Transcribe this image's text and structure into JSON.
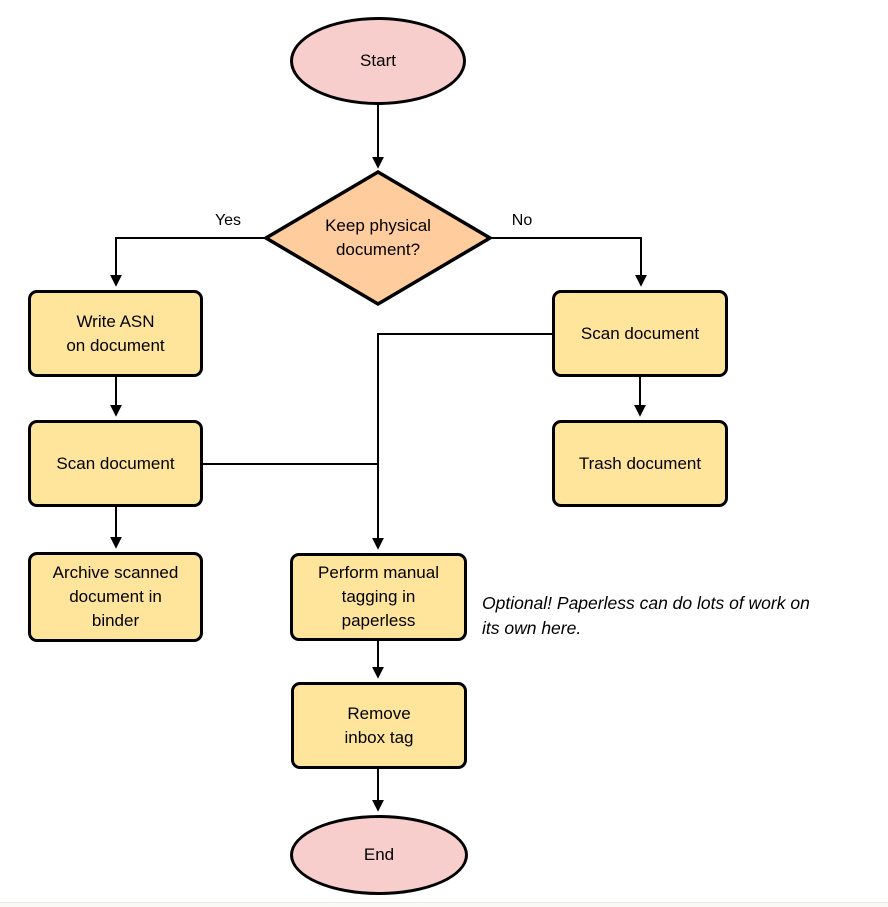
{
  "diagram": {
    "type": "flowchart",
    "nodes": {
      "start": {
        "shape": "ellipse",
        "label": "Start",
        "fill": "#f8cecc"
      },
      "decision": {
        "shape": "diamond",
        "label": "Keep physical\ndocument?",
        "fill": "#ffcc9e"
      },
      "write_asn": {
        "shape": "rect",
        "label": "Write ASN\non document",
        "fill": "#ffe59c"
      },
      "scan_left": {
        "shape": "rect",
        "label": "Scan document",
        "fill": "#ffe59c"
      },
      "archive": {
        "shape": "rect",
        "label": "Archive scanned\ndocument in\nbinder",
        "fill": "#ffe59c"
      },
      "scan_right": {
        "shape": "rect",
        "label": "Scan document",
        "fill": "#ffe59c"
      },
      "trash": {
        "shape": "rect",
        "label": "Trash document",
        "fill": "#ffe59c"
      },
      "perform_tagging": {
        "shape": "rect",
        "label": "Perform manual\ntagging in\npaperless",
        "fill": "#ffe59c"
      },
      "remove_inbox": {
        "shape": "rect",
        "label": "Remove\ninbox tag",
        "fill": "#ffe59c"
      },
      "end": {
        "shape": "ellipse",
        "label": "End",
        "fill": "#f8cecc"
      }
    },
    "edge_labels": {
      "yes": "Yes",
      "no": "No"
    },
    "edges": [
      {
        "from": "start",
        "to": "decision"
      },
      {
        "from": "decision",
        "to": "write_asn",
        "label": "Yes"
      },
      {
        "from": "decision",
        "to": "scan_right",
        "label": "No"
      },
      {
        "from": "write_asn",
        "to": "scan_left"
      },
      {
        "from": "scan_left",
        "to": "archive"
      },
      {
        "from": "scan_left",
        "to": "perform_tagging"
      },
      {
        "from": "scan_right",
        "to": "trash"
      },
      {
        "from": "scan_right",
        "to": "perform_tagging"
      },
      {
        "from": "perform_tagging",
        "to": "remove_inbox"
      },
      {
        "from": "remove_inbox",
        "to": "end"
      }
    ],
    "annotation": "Optional! Paperless can do lots of work on\nits own here.",
    "colors": {
      "stroke": "#000000",
      "terminator_fill": "#f8cecc",
      "decision_fill": "#ffcc9e",
      "process_fill": "#ffe59c",
      "background": "#ffffff"
    }
  }
}
